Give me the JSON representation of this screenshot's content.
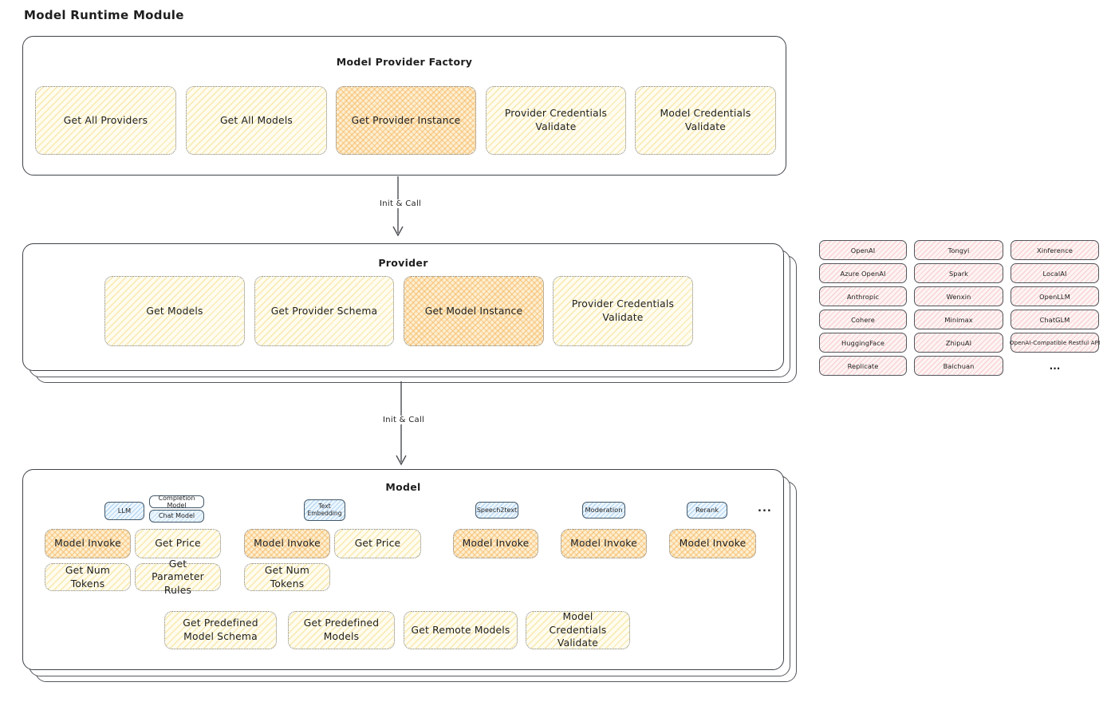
{
  "title": "Model Runtime Module",
  "colors": {
    "yellow_fill": "#fffcf0",
    "yellow_hatch": "#f4db80",
    "orange_fill": "#fcefd2",
    "orange_hatch": "#f6b256",
    "pink_fill": "#fdf4f4",
    "pink_hatch": "#f29d9d",
    "blue_fill": "#eef7fe",
    "blue_hatch": "#74b0e4",
    "stroke_dark": "#3f4349"
  },
  "flow": {
    "arrow1_label": "Init & Call",
    "arrow2_label": "Init & Call"
  },
  "factory": {
    "title": "Model Provider Factory",
    "buttons": [
      {
        "label": "Get All Providers",
        "highlighted": false
      },
      {
        "label": "Get All Models",
        "highlighted": false
      },
      {
        "label": "Get Provider Instance",
        "highlighted": true
      },
      {
        "label": "Provider Credentials Validate",
        "highlighted": false
      },
      {
        "label": "Model Credentials Validate",
        "highlighted": false
      }
    ]
  },
  "provider": {
    "title": "Provider",
    "buttons": [
      {
        "label": "Get Models",
        "highlighted": false
      },
      {
        "label": "Get Provider Schema",
        "highlighted": false
      },
      {
        "label": "Get Model Instance",
        "highlighted": true
      },
      {
        "label": "Provider Credentials Validate",
        "highlighted": false
      }
    ]
  },
  "provider_list": {
    "items": [
      "OpenAI",
      "Tongyi",
      "Xinference",
      "Azure OpenAI",
      "Spark",
      "LocalAI",
      "Anthropic",
      "Wenxin",
      "OpenLLM",
      "Cohere",
      "Minimax",
      "ChatGLM",
      "HuggingFace",
      "ZhipuAI",
      "OpenAI-Compatible Restful API",
      "Replicate",
      "Baichuan"
    ],
    "more_label": "..."
  },
  "model": {
    "title": "Model",
    "tags": {
      "llm": "LLM",
      "completion_model": "Completion Model",
      "chat_model": "Chat Model",
      "text_embedding": "Text Embedding",
      "speech2text": "Speech2text",
      "moderation": "Moderation",
      "rerank": "Rerank",
      "more": "..."
    },
    "buttons": {
      "model_invoke": "Model Invoke",
      "get_price": "Get Price",
      "get_num_tokens": "Get Num Tokens",
      "get_parameter_rules": "Get Parameter Rules",
      "get_predefined_model_schema": "Get Predefined Model Schema",
      "get_predefined_models": "Get Predefined Models",
      "get_remote_models": "Get Remote Models",
      "model_credentials_validate": "Model Credentials Validate"
    }
  }
}
